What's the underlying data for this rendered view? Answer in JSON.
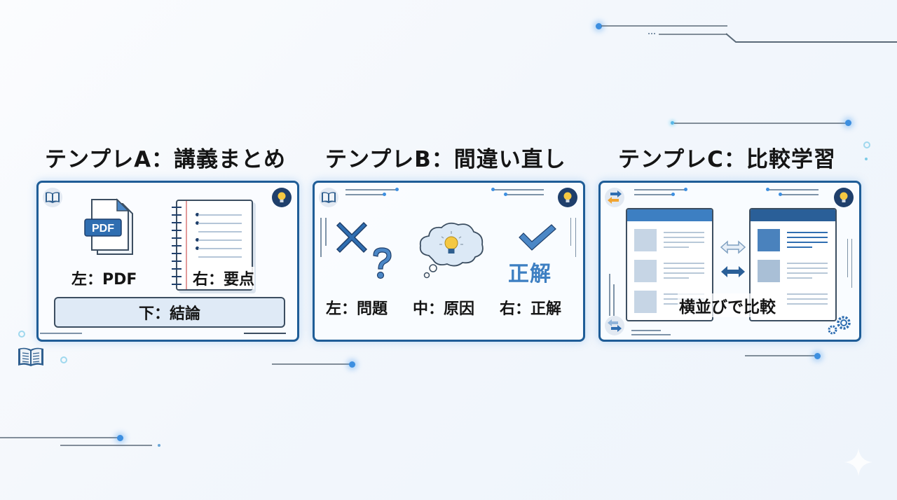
{
  "templates": [
    {
      "id": "A",
      "title": "テンプレA：講義まとめ",
      "labels": {
        "left": "左：PDF",
        "right": "右：要点",
        "bottom": "下：結論"
      },
      "icons": [
        "pdf-file-icon",
        "notebook-icon",
        "book-icon",
        "lightbulb-icon"
      ],
      "pdf_badge": "PDF"
    },
    {
      "id": "B",
      "title": "テンプレB：間違い直し",
      "labels": {
        "left": "左：問題",
        "center": "中：原因",
        "right": "右：正解"
      },
      "correct_text": "正解",
      "icons": [
        "x-mark-icon",
        "question-mark-icon",
        "thought-cloud-lightbulb-icon",
        "checkmark-icon",
        "book-icon",
        "lightbulb-icon"
      ]
    },
    {
      "id": "C",
      "title": "テンプレC：比較学習",
      "labels": {
        "overlay": "横並びで比較"
      },
      "icons": [
        "swap-arrows-icon",
        "two-way-arrow-icon",
        "gears-icon",
        "lightbulb-icon"
      ]
    }
  ],
  "colors": {
    "card_border": "#1f5d97",
    "accent_blue": "#3d8fe0",
    "icon_blue": "#2f6eb1",
    "bulb_yellow": "#f5c842",
    "badge_navy": "#1f3f6b",
    "arrow_orange": "#f0a431",
    "background": "#f3f7fc"
  }
}
